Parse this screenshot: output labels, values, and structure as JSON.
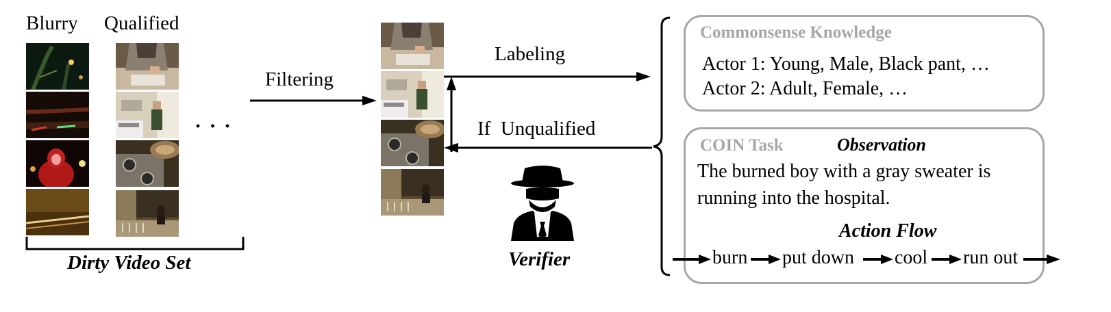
{
  "dirty_set": {
    "col_blurry": "Blurry",
    "col_qualified": "Qualified",
    "ellipsis": "· · ·",
    "caption": "Dirty Video Set"
  },
  "flow": {
    "filtering": "Filtering",
    "labeling": "Labeling",
    "if_unqualified": "If  Unqualified",
    "verifier": "Verifier"
  },
  "commonsense": {
    "title": "Commonsense Knowledge",
    "actor1": "Actor 1: Young, Male, Black pant, …",
    "actor2": "Actor 2: Adult, Female, …"
  },
  "coin": {
    "title": "COIN Task",
    "observation_title": "Observation",
    "observation_text_1": "The burned boy with a gray sweater is",
    "observation_text_2": "running into the hospital.",
    "action_flow_title": "Action Flow",
    "actions": [
      "burn",
      "put down",
      "cool",
      "run out"
    ]
  },
  "colors": {
    "box_border": "#a6a6a6",
    "gray_text": "#a6a6a6",
    "arrow": "#000000"
  }
}
